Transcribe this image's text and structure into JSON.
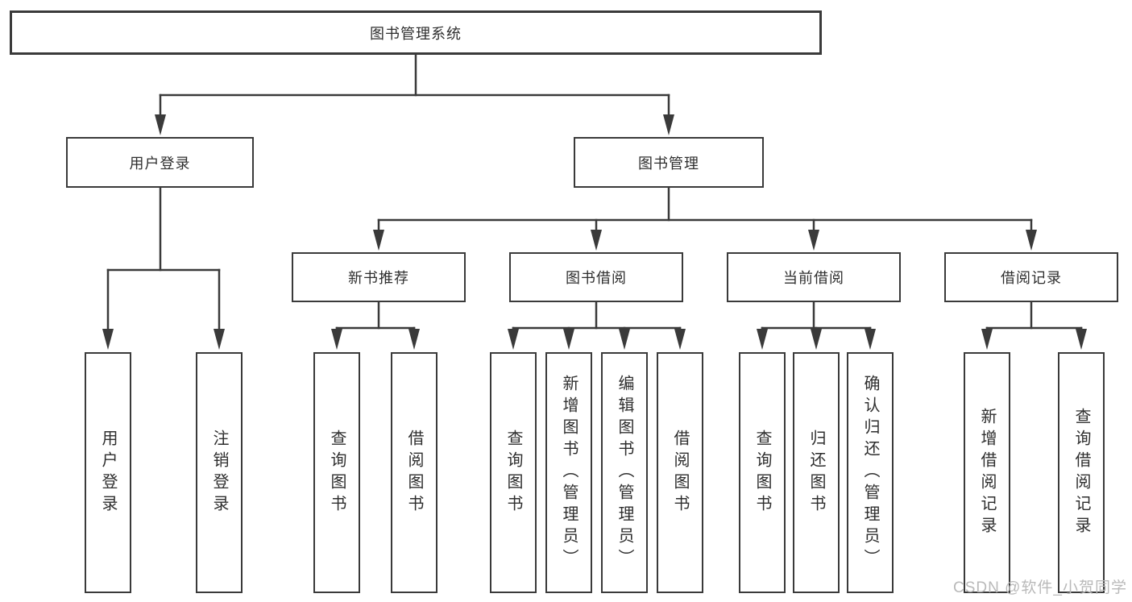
{
  "watermark": "CSDN @软件_小贺同学",
  "colors": {
    "line": "#3a3a3a",
    "box_border": "#3a3a3a",
    "text": "#2e2e2e",
    "watermark": "#b9b9b9",
    "background": "#ffffff"
  },
  "diagram": {
    "root": {
      "label": "图书管理系统"
    },
    "branches": [
      {
        "label": "用户登录",
        "children": [
          {
            "label": "用户登录"
          },
          {
            "label": "注销登录"
          }
        ]
      },
      {
        "label": "图书管理",
        "children": [
          {
            "label": "新书推荐",
            "children": [
              {
                "label": "查询图书"
              },
              {
                "label": "借阅图书"
              }
            ]
          },
          {
            "label": "图书借阅",
            "children": [
              {
                "label": "查询图书"
              },
              {
                "label": "新增图书（管理员）"
              },
              {
                "label": "编辑图书（管理员）"
              },
              {
                "label": "借阅图书"
              }
            ]
          },
          {
            "label": "当前借阅",
            "children": [
              {
                "label": "查询图书"
              },
              {
                "label": "归还图书"
              },
              {
                "label": "确认归还（管理员）"
              }
            ]
          },
          {
            "label": "借阅记录",
            "children": [
              {
                "label": "新增借阅记录"
              },
              {
                "label": "查询借阅记录"
              }
            ]
          }
        ]
      }
    ]
  }
}
